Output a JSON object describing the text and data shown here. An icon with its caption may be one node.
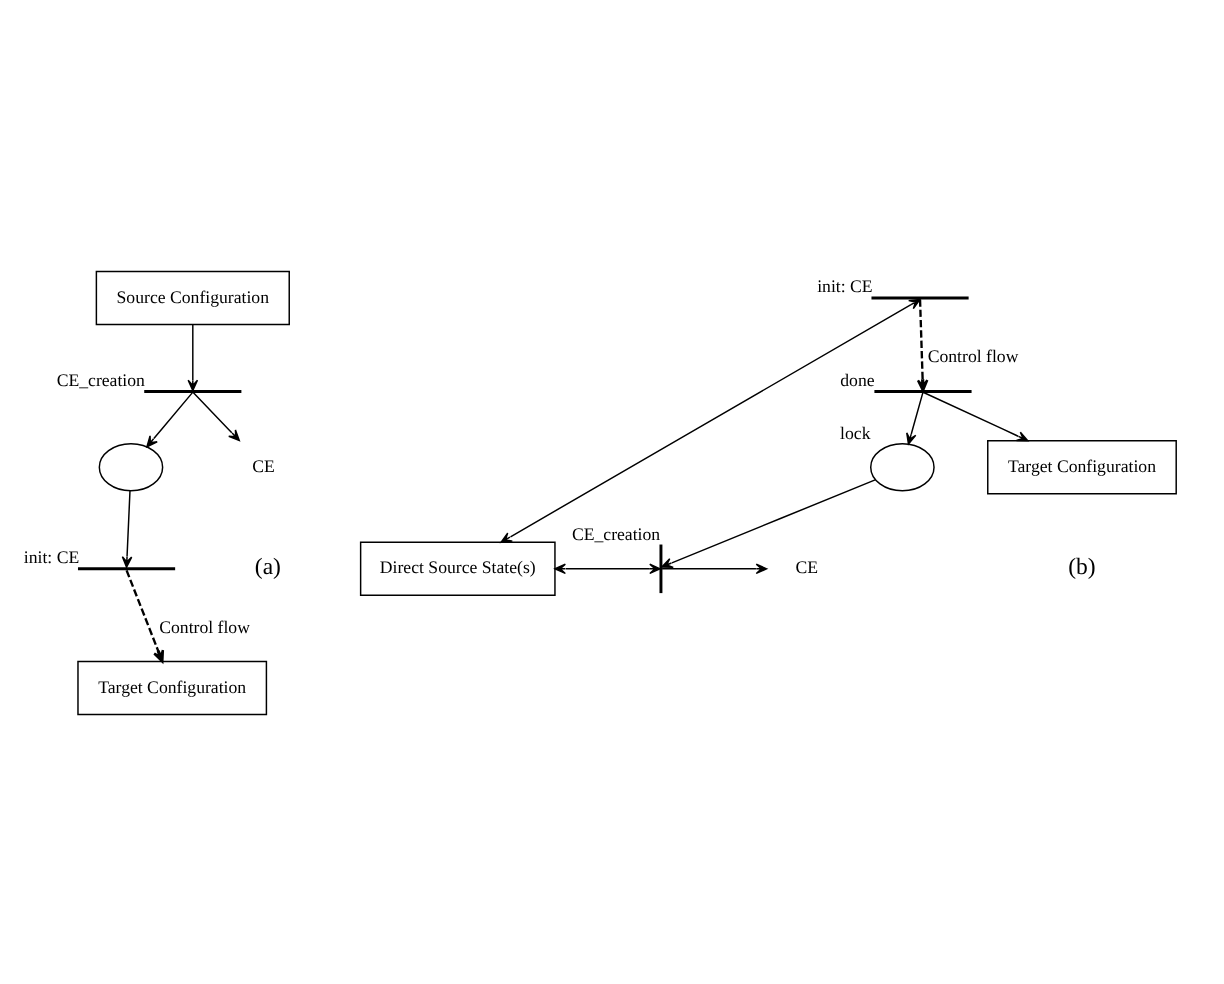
{
  "diagram": {
    "nodes": [
      {
        "text": [
          "Source Configuration"
        ]
      },
      {
        "text": [
          "CE_creation"
        ]
      },
      {
        "text": [],
        "shape": "circle"
      },
      {
        "text": [
          "init: CE"
        ]
      },
      {
        "text": [
          "Target Configuration"
        ]
      },
      {
        "text": [
          "CE"
        ]
      },
      {
        "text": [
          "Direct Source State(s)"
        ]
      },
      {
        "text": [
          "CE_creation"
        ]
      },
      {
        "text": [
          "CE"
        ]
      },
      {
        "text": [
          "lock"
        ]
      },
      {
        "text": [
          "init: CE"
        ]
      },
      {
        "text": [
          "done"
        ]
      },
      {
        "text": [
          "Target Configuration"
        ]
      }
    ],
    "edges": [
      {
        "from": 0,
        "to": 1,
        "arrow": "to"
      },
      {
        "from": 1,
        "to": 2,
        "arrow": "to"
      },
      {
        "from": 1,
        "to": 5,
        "arrow": "to"
      },
      {
        "from": 2,
        "to": 3,
        "arrow": "to"
      },
      {
        "from": 3,
        "to": 4,
        "arrow": "to",
        "style": "dashed",
        "label": "Control flow"
      },
      {
        "from": 6,
        "to": 7,
        "arrow": "both"
      },
      {
        "from": 7,
        "to": 8,
        "arrow": "to"
      },
      {
        "from": 9,
        "to": 7,
        "arrow": "to"
      },
      {
        "from": 6,
        "to": 10,
        "arrow": "both"
      },
      {
        "from": 10,
        "to": 11,
        "arrow": "to",
        "style": "dashed",
        "label": "Control flow"
      },
      {
        "from": 11,
        "to": 12,
        "arrow": "to"
      },
      {
        "from": 11,
        "to": 9,
        "arrow": "to"
      }
    ],
    "labels": [
      "(a)",
      "(b)"
    ]
  }
}
